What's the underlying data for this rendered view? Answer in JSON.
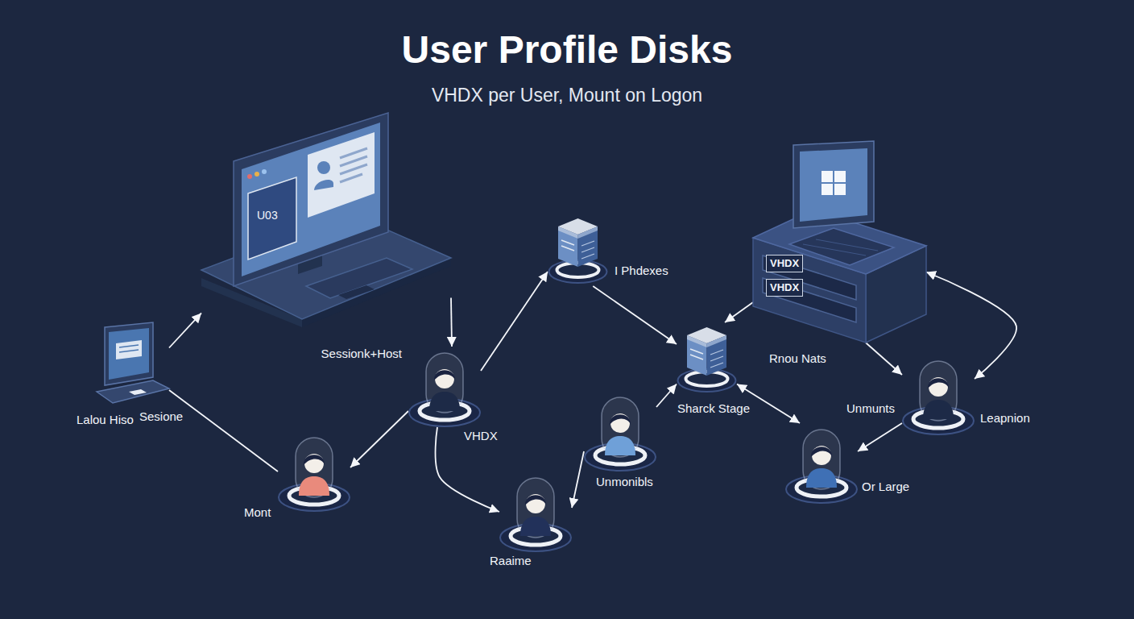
{
  "diagram": {
    "title": "User Profile Disks",
    "caption": "VHDX per User, Mount on Logon",
    "nodes": [
      {
        "text": [
          "Lalou Hiso",
          "Sesione"
        ]
      },
      {
        "text": [
          "U03",
          "Sessionk+Host"
        ]
      },
      {
        "text": [
          "VHDX"
        ]
      },
      {
        "text": [
          "Mont"
        ]
      },
      {
        "text": [
          "Raaime"
        ]
      },
      {
        "text": [
          "I Phdexes"
        ]
      },
      {
        "text": [
          "Unmonibls"
        ]
      },
      {
        "text": [
          "Sharck Stage"
        ]
      },
      {
        "text": [
          "VHDX",
          "VHDX"
        ]
      },
      {
        "text": [
          "Unmunts",
          "Leapnion"
        ]
      },
      {
        "text": [
          "Or Large"
        ]
      }
    ],
    "edges": [
      {
        "from": 0,
        "to": 1,
        "arrow": "to"
      },
      {
        "from": 0,
        "to": 3,
        "arrow": "none"
      },
      {
        "from": 1,
        "to": 2,
        "arrow": "to"
      },
      {
        "from": 2,
        "to": 5,
        "arrow": "to"
      },
      {
        "from": 2,
        "to": 3,
        "arrow": "to"
      },
      {
        "from": 2,
        "to": 4,
        "arrow": "to"
      },
      {
        "from": 6,
        "to": 4,
        "arrow": "to"
      },
      {
        "from": 6,
        "to": 7,
        "arrow": "to"
      },
      {
        "from": 5,
        "to": 7,
        "arrow": "to"
      },
      {
        "from": 8,
        "to": 7,
        "arrow": "to"
      },
      {
        "from": 7,
        "to": 10,
        "arrow": "both"
      },
      {
        "from": 8,
        "to": 9,
        "arrow": "to"
      },
      {
        "from": 9,
        "to": 8,
        "arrow": "both"
      },
      {
        "from": 9,
        "to": 10,
        "arrow": "to"
      }
    ],
    "labels": [
      "Rnou Nats"
    ]
  }
}
